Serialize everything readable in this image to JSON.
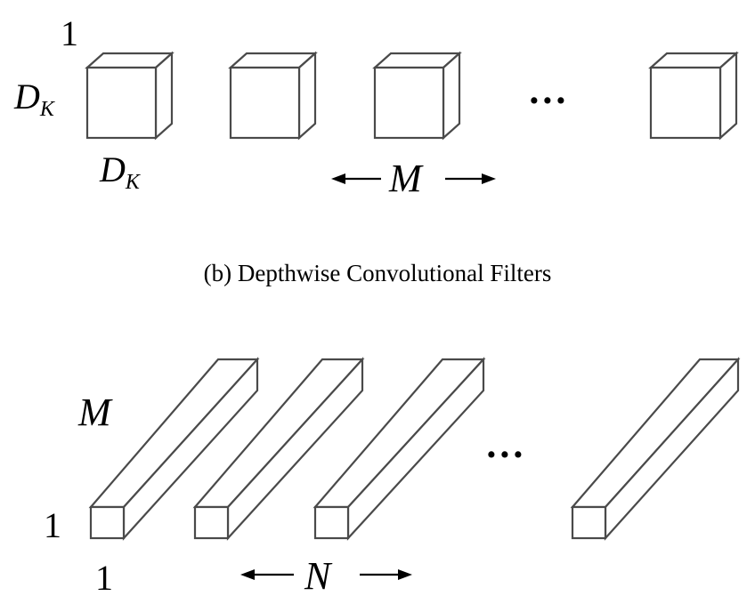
{
  "panel_b": {
    "caption": "(b)  Depthwise Convolutional Filters",
    "height_label_main": "D",
    "height_label_sub": "K",
    "width_label_main": "D",
    "width_label_sub": "K",
    "depth_label": "1",
    "count_label": "M",
    "ellipsis": "..."
  },
  "panel_c": {
    "depth_label": "M",
    "height_label": "1",
    "width_label": "1",
    "count_label": "N",
    "ellipsis": "..."
  }
}
